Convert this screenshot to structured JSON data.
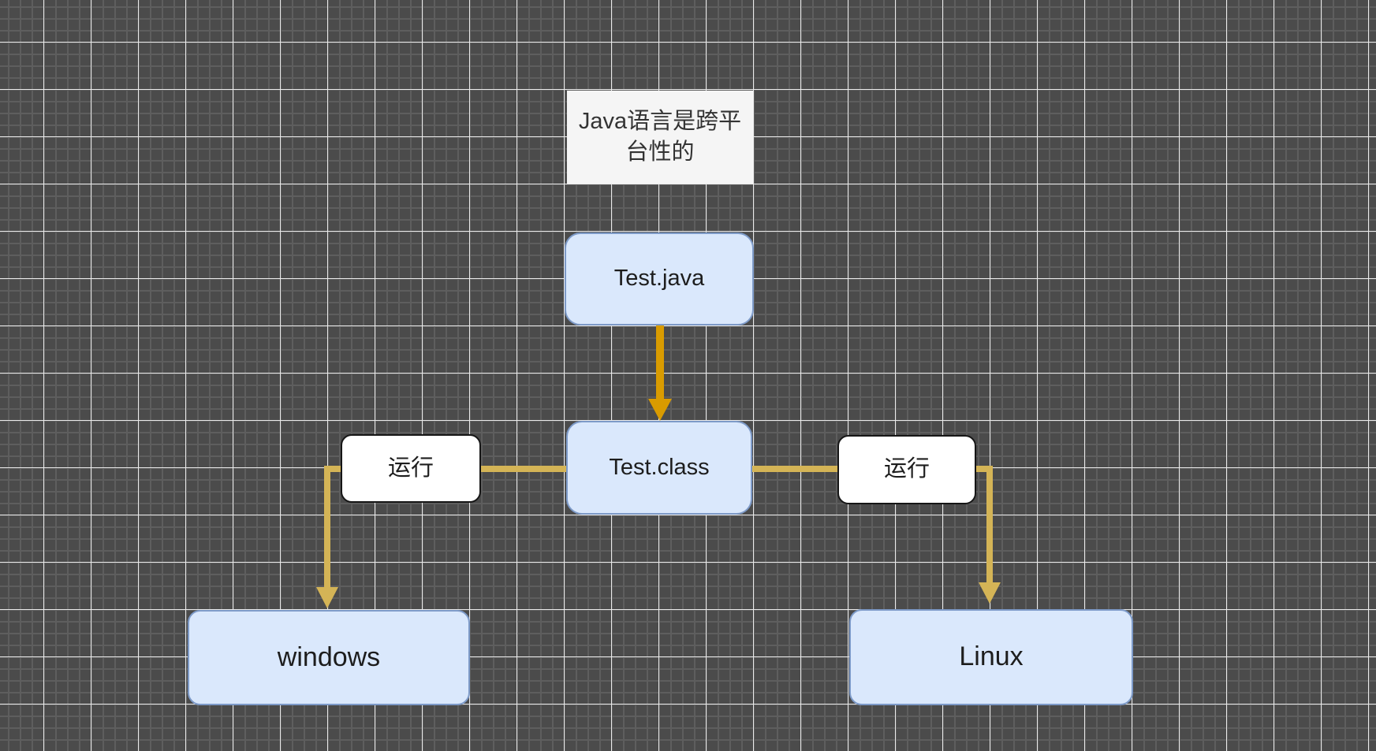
{
  "diagram": {
    "nodes": {
      "note": {
        "label": "Java语言是跨平台性的"
      },
      "test_java": {
        "label": "Test.java"
      },
      "test_class": {
        "label": "Test.class"
      },
      "run_left": {
        "label": "运行"
      },
      "run_right": {
        "label": "运行"
      },
      "windows": {
        "label": "windows"
      },
      "linux": {
        "label": "Linux"
      }
    },
    "edges": [
      {
        "id": "compile",
        "from": "test_java",
        "to": "test_class",
        "label": ""
      },
      {
        "id": "run-windows",
        "from": "test_class",
        "to": "windows",
        "label": "运行"
      },
      {
        "id": "run-linux",
        "from": "test_class",
        "to": "linux",
        "label": "运行"
      }
    ]
  },
  "colors": {
    "canvas_bg": "#4b4b4b",
    "grid_minor": "#5e5e5e",
    "grid_major": "#ebebeb",
    "node_fill": "#dae8fc",
    "node_stroke": "#7d9ac8",
    "note_fill": "#f5f5f5",
    "label_fill": "#ffffff",
    "label_stroke": "#161616",
    "edge_orange": "#d99b00",
    "edge_yellow": "#d4b456"
  }
}
